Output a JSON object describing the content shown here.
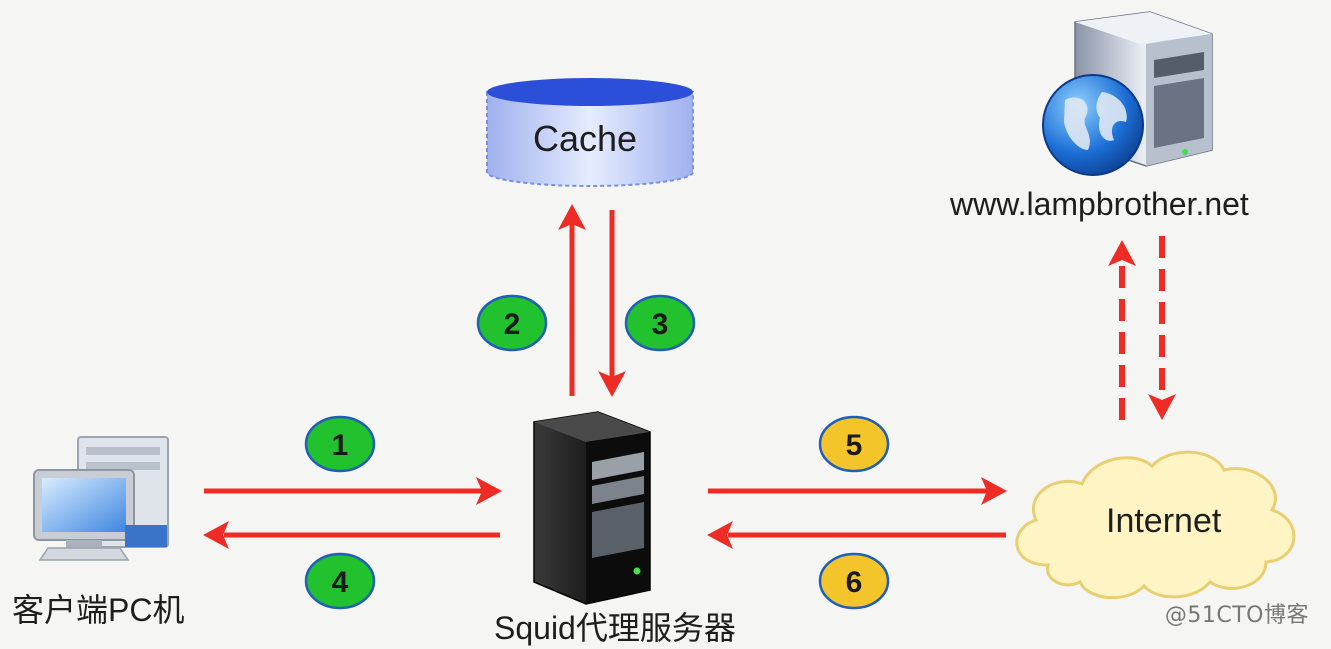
{
  "nodes": {
    "cache": {
      "label": "Cache"
    },
    "client": {
      "label": "客户端PC机"
    },
    "proxy": {
      "label": "Squid代理服务器"
    },
    "webserver": {
      "label": "www.lampbrother.net"
    },
    "internet": {
      "label": "Internet"
    }
  },
  "steps": [
    {
      "id": "1",
      "color": "#22c12e"
    },
    {
      "id": "2",
      "color": "#22c12e"
    },
    {
      "id": "3",
      "color": "#22c12e"
    },
    {
      "id": "4",
      "color": "#22c12e"
    },
    {
      "id": "5",
      "color": "#f3c52b"
    },
    {
      "id": "6",
      "color": "#f3c52b"
    }
  ],
  "colors": {
    "arrow": "#ee2b24",
    "badge_green": "#22c12e",
    "badge_yellow": "#f3c52b",
    "badge_stroke": "#1f5fb8",
    "cache_fill": "#d9e1fb",
    "cache_top": "#2b4fd8",
    "cloud_fill": "#fff5c4"
  },
  "icons": {
    "cache": "database-cylinder-icon",
    "client": "desktop-computer-icon",
    "proxy": "tower-server-icon",
    "webserver": "web-server-globe-icon",
    "internet": "cloud-icon"
  },
  "watermark": "@51CTO博客"
}
